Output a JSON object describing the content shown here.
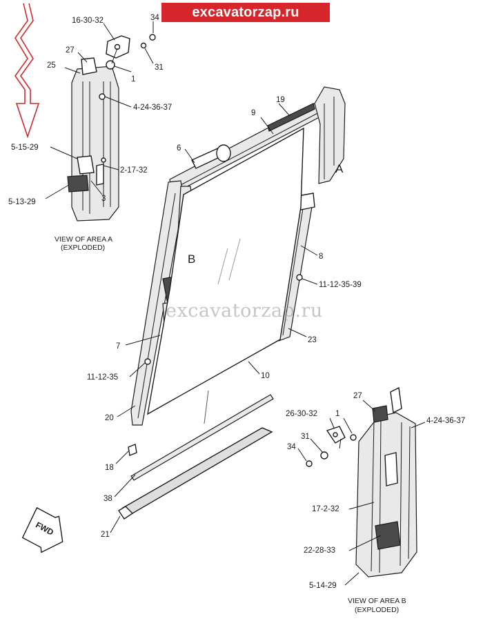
{
  "banner": {
    "text": "excavatorzap.ru",
    "color": "#d6262c"
  },
  "watermark": {
    "text": "excavatorzap.ru"
  },
  "colors": {
    "arrow": "#d6262c",
    "line": "#1a1a1a",
    "glass": "#9a9a9a"
  },
  "area_labels": {
    "a": "A",
    "b": "B"
  },
  "fwd_label": "FWD",
  "view_a": {
    "caption_line1": "VIEW OF AREA A",
    "caption_line2": "(EXPLODED)"
  },
  "view_b": {
    "caption_line1": "VIEW OF AREA B",
    "caption_line2": "(EXPLODED)"
  },
  "callouts": {
    "c16_30_32": "16-30-32",
    "c34_a": "34",
    "c27_a": "27",
    "c25": "25",
    "c31_a": "31",
    "c1_a": "1",
    "c4_24_36_37_a": "4-24-36-37",
    "c19": "19",
    "c9": "9",
    "c6": "6",
    "c5_15_29": "5-15-29",
    "c2_17_32": "2-17-32",
    "c3": "3",
    "c5_13_29": "5-13-29",
    "c8": "8",
    "c11_12_35_39": "11-12-35-39",
    "c23": "23",
    "c7": "7",
    "c11_12_35": "11-12-35",
    "c10": "10",
    "c20": "20",
    "c18": "18",
    "c38": "38",
    "c21": "21",
    "c27_b": "27",
    "c26_30_32": "26-30-32",
    "c1_b": "1",
    "c4_24_36_37_b": "4-24-36-37",
    "c31_b": "31",
    "c34_b": "34",
    "c17_2_32": "17-2-32",
    "c22_28_33": "22-28-33",
    "c5_14_29": "5-14-29"
  }
}
